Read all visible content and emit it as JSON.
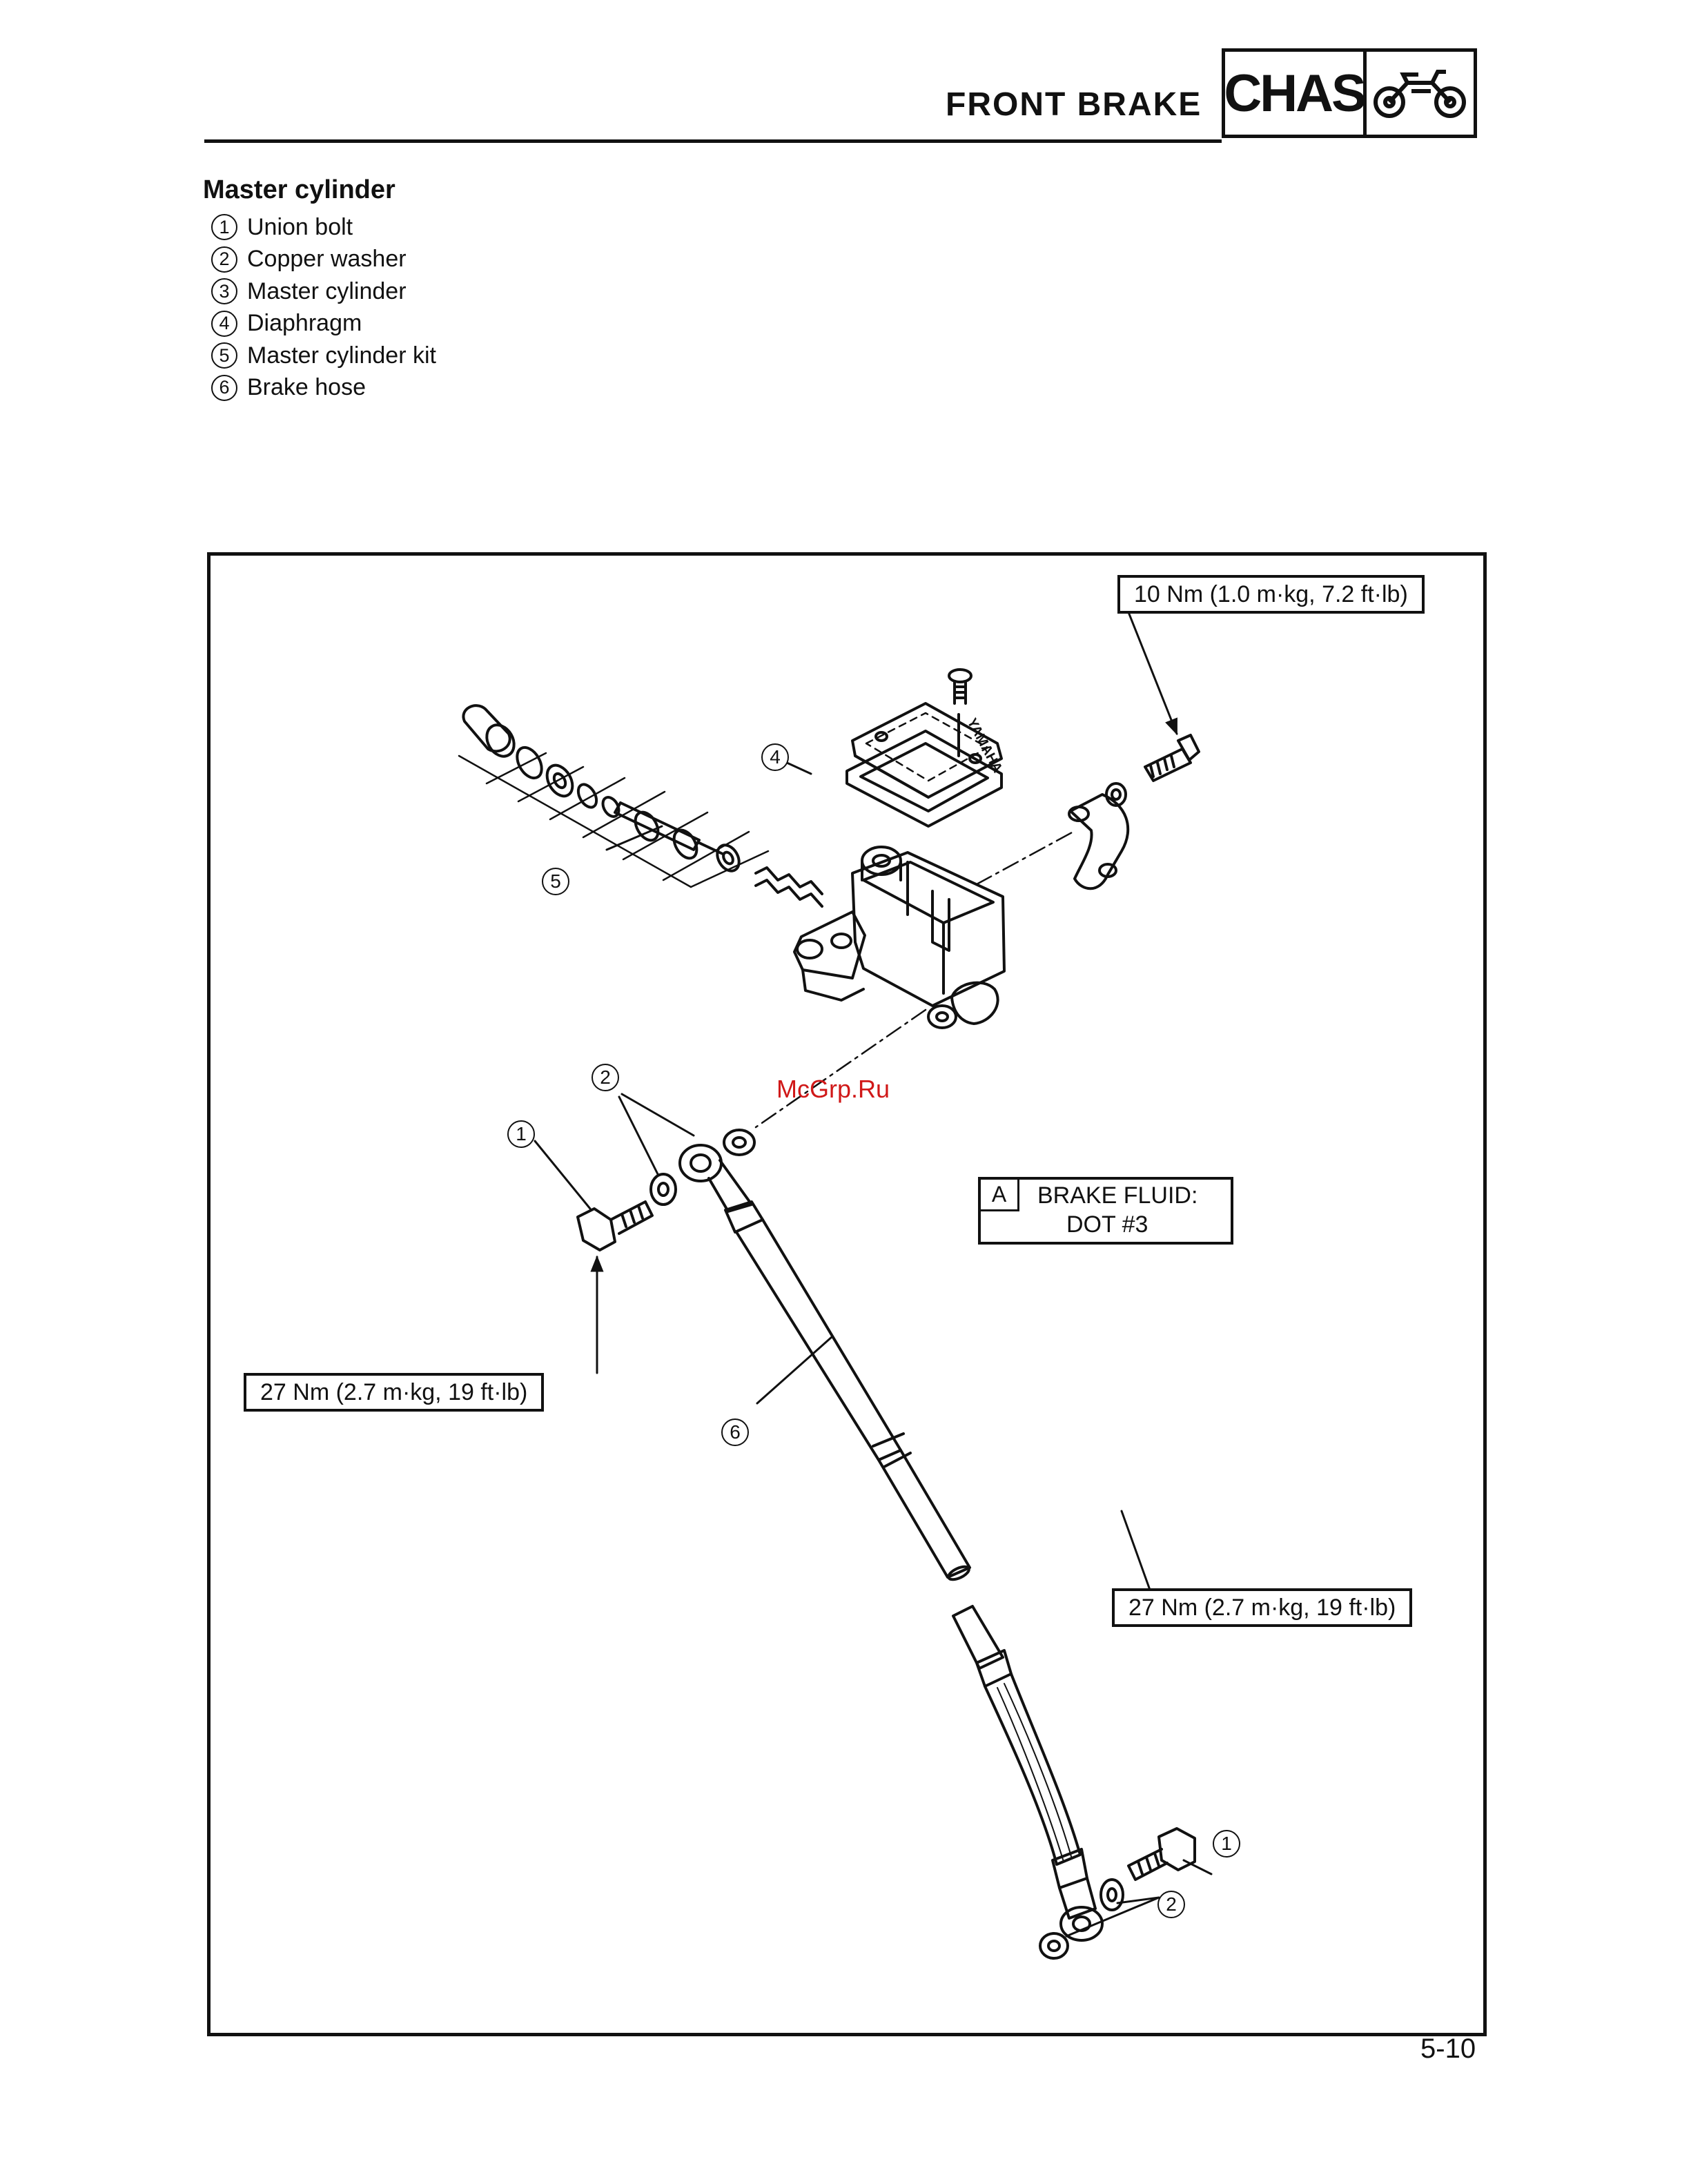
{
  "header": {
    "section_title": "FRONT BRAKE",
    "badge_label": "CHAS",
    "badge_icon": "motorcycle-icon"
  },
  "parts": {
    "title": "Master cylinder",
    "items": [
      {
        "num": "1",
        "label": "Union bolt"
      },
      {
        "num": "2",
        "label": "Copper washer"
      },
      {
        "num": "3",
        "label": "Master cylinder"
      },
      {
        "num": "4",
        "label": "Diaphragm"
      },
      {
        "num": "5",
        "label": "Master cylinder kit"
      },
      {
        "num": "6",
        "label": "Brake hose"
      }
    ]
  },
  "figure": {
    "torque_top": "10 Nm (1.0 m·kg, 7.2 ft·lb)",
    "torque_left": "27 Nm (2.7 m·kg, 19 ft·lb)",
    "torque_bottom": "27 Nm (2.7 m·kg, 19 ft·lb)",
    "fluid_tag": "A",
    "fluid_line1": "BRAKE FLUID:",
    "fluid_line2": "DOT #3",
    "reservoir_cap_text": "YAMAHA",
    "callouts": {
      "c4": "4",
      "c5": "5",
      "c2_top": "2",
      "c1_left": "1",
      "c6": "6",
      "c1_bottom": "1",
      "c2_bottom": "2"
    },
    "watermark": "McGrp.Ru"
  },
  "page_number": "5-10"
}
